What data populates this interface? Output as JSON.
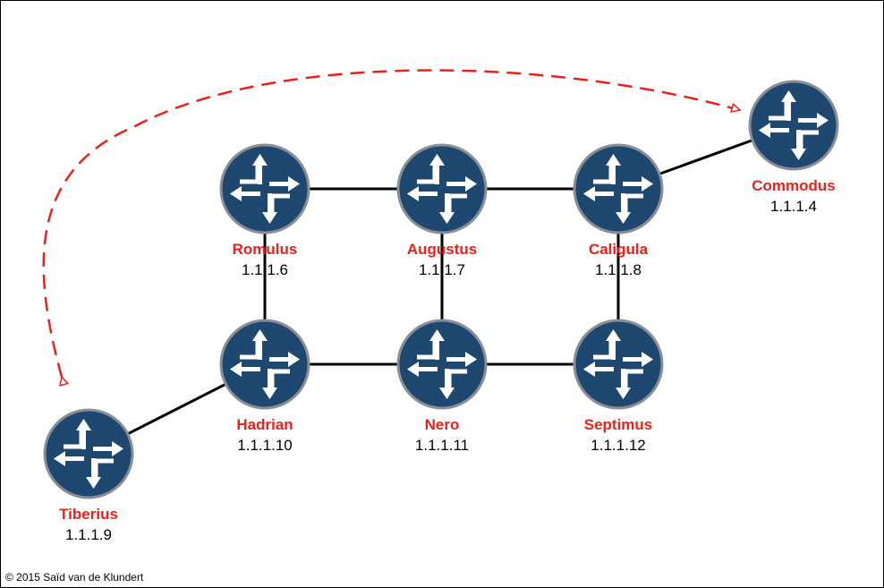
{
  "colors": {
    "router_fill": "#1f4870",
    "router_ring": "#8a8f96",
    "router_glyph": "#ffffff",
    "label_name": "#e8211c",
    "label_ip": "#000000",
    "link": "#000000",
    "path": "#e8211c"
  },
  "icon": "router-icon",
  "routers": [
    {
      "id": "romulus",
      "name": "Romulus",
      "ip": "1.1.1.6"
    },
    {
      "id": "augustus",
      "name": "Augustus",
      "ip": "1.1.1.7"
    },
    {
      "id": "caligula",
      "name": "Caligula",
      "ip": "1.1.1.8"
    },
    {
      "id": "commodus",
      "name": "Commodus",
      "ip": "1.1.1.4"
    },
    {
      "id": "hadrian",
      "name": "Hadrian",
      "ip": "1.1.1.10"
    },
    {
      "id": "nero",
      "name": "Nero",
      "ip": "1.1.1.11"
    },
    {
      "id": "septimus",
      "name": "Septimus",
      "ip": "1.1.1.12"
    },
    {
      "id": "tiberius",
      "name": "Tiberius",
      "ip": "1.1.1.9"
    }
  ],
  "links": [
    [
      "romulus",
      "augustus"
    ],
    [
      "augustus",
      "caligula"
    ],
    [
      "caligula",
      "commodus"
    ],
    [
      "romulus",
      "hadrian"
    ],
    [
      "augustus",
      "nero"
    ],
    [
      "caligula",
      "septimus"
    ],
    [
      "hadrian",
      "nero"
    ],
    [
      "nero",
      "septimus"
    ],
    [
      "hadrian",
      "tiberius"
    ]
  ],
  "path": {
    "from": "tiberius",
    "to": "commodus",
    "style": "dashed",
    "arrows": "both"
  },
  "copyright": "© 2015 Saïd van de Klundert"
}
